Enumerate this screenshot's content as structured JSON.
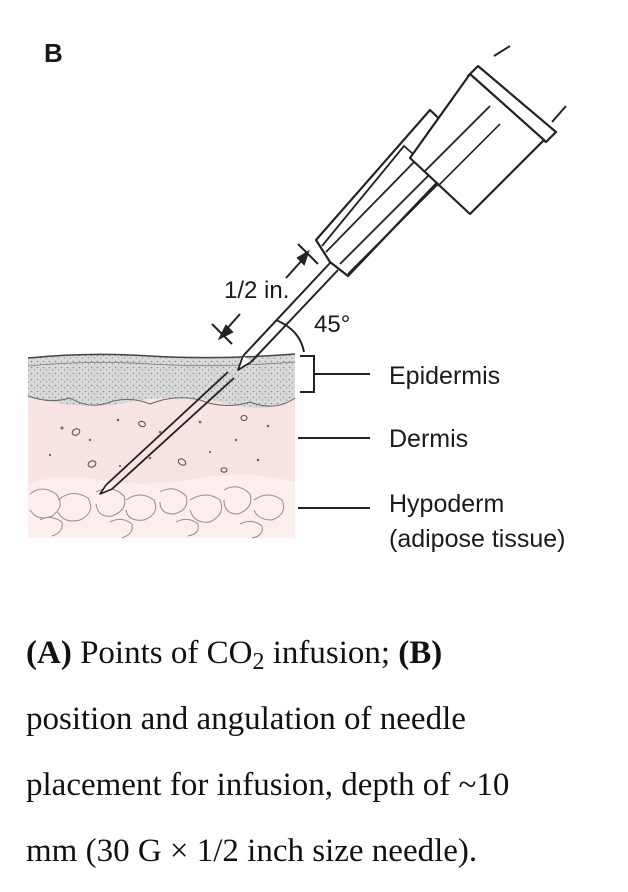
{
  "panel_label": "B",
  "annotations": {
    "length": "1/2 in.",
    "angle": "45°"
  },
  "layers": {
    "epidermis": "Epidermis",
    "dermis": "Dermis",
    "hypoderm": "Hypoderm",
    "hypoderm_note": "(adipose tissue)"
  },
  "caption": {
    "a_label": "(A)",
    "part1_pre": " Points of CO",
    "part1_sub": "2",
    "part1_post": " infusion; ",
    "b_label": "(B)",
    "line2": "position and angulation of needle",
    "line3": "placement for infusion, depth of ~10",
    "line4": "mm (30 G × 1/2 inch size needle)."
  },
  "colors": {
    "epidermis_fill": "#d6d6d6",
    "dermis_fill": "#f7e3e1",
    "hypoderm_fill": "#fbeeed",
    "stroke": "#222222"
  }
}
